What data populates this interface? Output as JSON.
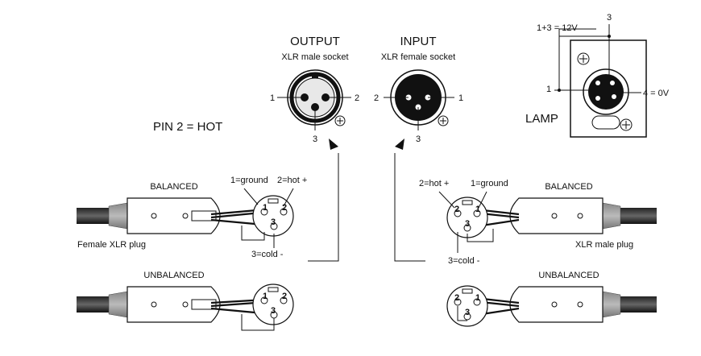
{
  "output": {
    "title": "OUTPUT",
    "subtitle": "XLR male socket",
    "pin1": "1",
    "pin2": "2",
    "pin3": "3"
  },
  "input": {
    "title": "INPUT",
    "subtitle": "XLR female socket",
    "pin2": "2",
    "pin1": "1",
    "pin3": "3"
  },
  "lamp": {
    "label": "LAMP",
    "top_label": "1+3 = 12V",
    "pin3": "3",
    "pin1": "1",
    "pin4": "4 = 0V"
  },
  "note": "PIN 2 = HOT",
  "left_plug": {
    "balanced": "BALANCED",
    "ground": "1=ground",
    "hot": "2=hot +",
    "cold": "3=cold -",
    "name": "Female XLR plug",
    "unbalanced": "UNBALANCED",
    "p1": "1",
    "p2": "2",
    "p3": "3"
  },
  "right_plug": {
    "hot": "2=hot +",
    "ground": "1=ground",
    "balanced": "BALANCED",
    "cold": "3=cold -",
    "name": "XLR male plug",
    "unbalanced": "UNBALANCED",
    "p1": "1",
    "p2": "2",
    "p3": "3"
  }
}
